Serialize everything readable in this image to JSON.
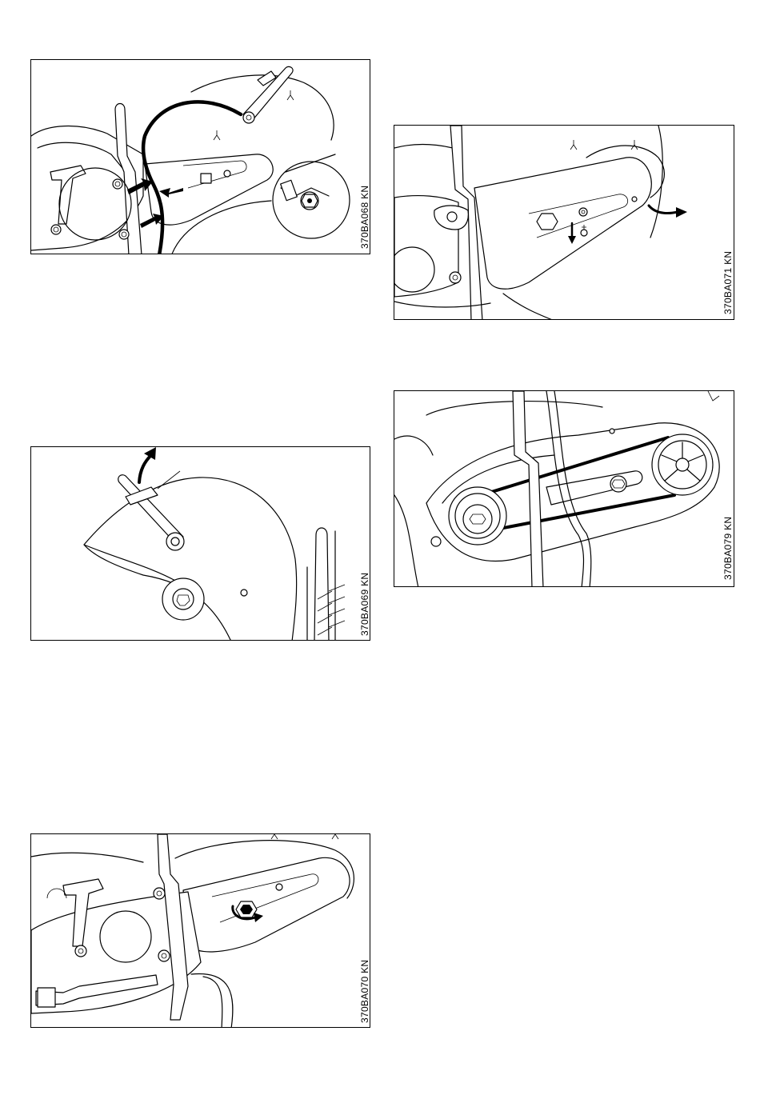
{
  "figures": [
    {
      "id": "fig1",
      "code": "370BA068 KN"
    },
    {
      "id": "fig2",
      "code": "370BA069 KN"
    },
    {
      "id": "fig3",
      "code": "370BA070 KN"
    },
    {
      "id": "fig4",
      "code": "370BA071 KN"
    },
    {
      "id": "fig5",
      "code": "370BA079 KN"
    }
  ]
}
